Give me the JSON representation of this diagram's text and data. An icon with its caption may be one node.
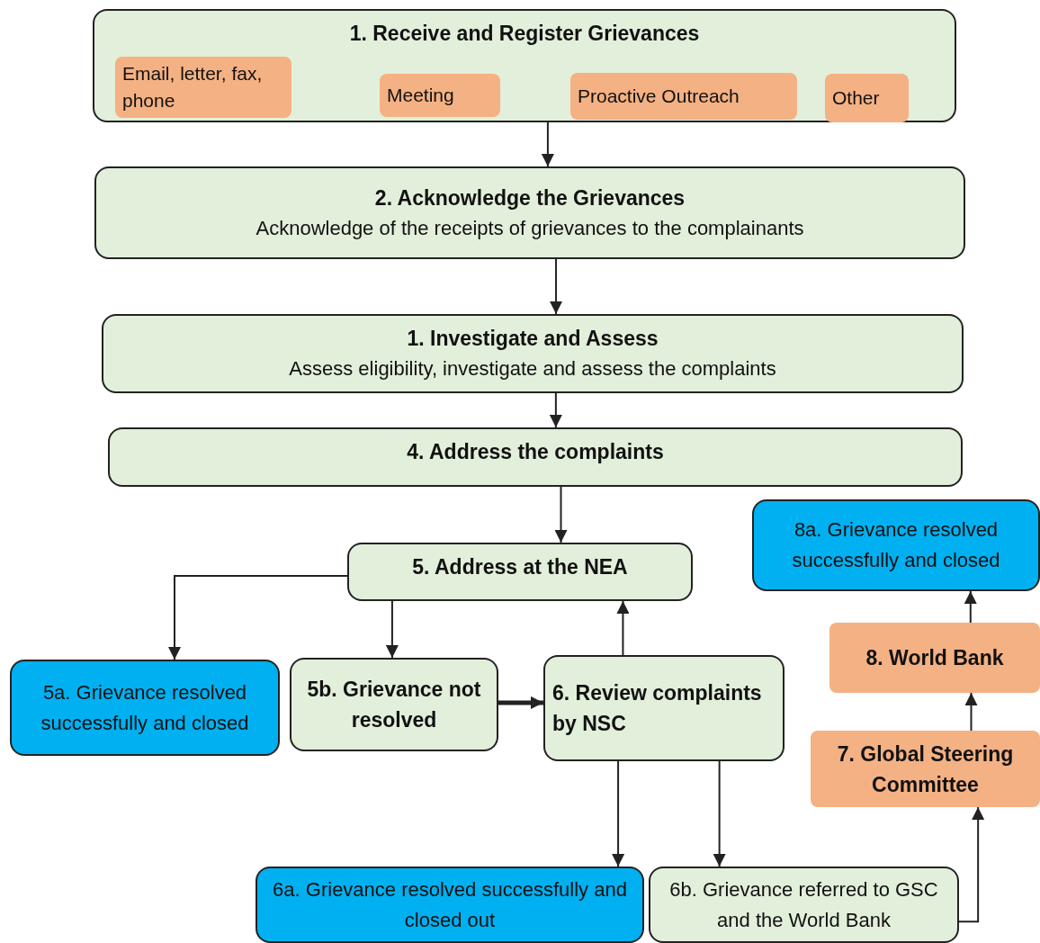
{
  "diagram": {
    "nodes": [
      {
        "text": [
          "1. Receive and Register Grievances"
        ]
      },
      {
        "text": [
          "Email, letter, fax, phone"
        ],
        "in": 0
      },
      {
        "text": [
          "Meeting"
        ],
        "in": 0
      },
      {
        "text": [
          "Proactive Outreach"
        ],
        "in": 0
      },
      {
        "text": [
          "Other"
        ],
        "in": 0
      },
      {
        "text": [
          "2. Acknowledge the Grievances",
          "Acknowledge of the receipts of grievances to the complainants"
        ]
      },
      {
        "text": [
          "1. Investigate and Assess",
          "Assess eligibility, investigate and assess the complaints"
        ]
      },
      {
        "text": [
          "4. Address the complaints"
        ]
      },
      {
        "text": [
          "5. Address at the NEA"
        ]
      },
      {
        "text": [
          "5a. Grievance resolved successfully and closed"
        ]
      },
      {
        "text": [
          "5b. Grievance not resolved"
        ]
      },
      {
        "text": [
          "6. Review complaints by NSC"
        ]
      },
      {
        "text": [
          "6a. Grievance resolved successfully and closed out"
        ]
      },
      {
        "text": [
          "6b. Grievance referred to GSC and the World Bank"
        ]
      },
      {
        "text": [
          "7. Global Steering Committee"
        ]
      },
      {
        "text": [
          "8. World Bank"
        ]
      },
      {
        "text": [
          "8a. Grievance resolved successfully and closed"
        ]
      }
    ],
    "edges": [
      {
        "from": 0,
        "to": 5,
        "arrow": "to"
      },
      {
        "from": 5,
        "to": 6,
        "arrow": "to"
      },
      {
        "from": 6,
        "to": 7,
        "arrow": "to"
      },
      {
        "from": 7,
        "to": 8,
        "arrow": "to"
      },
      {
        "from": 8,
        "to": 9,
        "arrow": "to"
      },
      {
        "from": 8,
        "to": 10,
        "arrow": "to"
      },
      {
        "from": 10,
        "to": 11,
        "arrow": "to",
        "style": "thick"
      },
      {
        "from": 11,
        "to": 8,
        "arrow": "to"
      },
      {
        "from": 11,
        "to": 12,
        "arrow": "to"
      },
      {
        "from": 11,
        "to": 13,
        "arrow": "to"
      },
      {
        "from": 13,
        "to": 14,
        "arrow": "to"
      },
      {
        "from": 14,
        "to": 15,
        "arrow": "to"
      },
      {
        "from": 15,
        "to": 16,
        "arrow": "to"
      }
    ]
  }
}
